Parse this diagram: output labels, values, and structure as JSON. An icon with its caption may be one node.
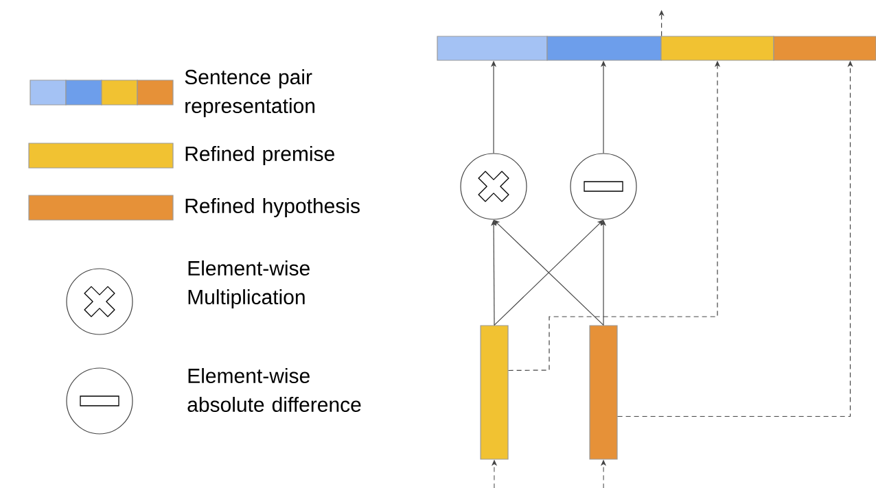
{
  "diagram": {
    "nodes": [
      {
        "text": [],
        "shape": "bar"
      },
      {
        "text": [],
        "shape": "bar"
      },
      {
        "text": [],
        "shape": "bar"
      },
      {
        "text": [],
        "shape": "bar"
      },
      {
        "text": [],
        "shape": "circle"
      },
      {
        "text": [],
        "shape": "circle"
      },
      {
        "text": [],
        "shape": "bar"
      },
      {
        "text": [],
        "shape": "bar"
      }
    ],
    "edges": [
      {
        "from": 6,
        "to": 4,
        "arrow": "to"
      },
      {
        "from": 6,
        "to": 5,
        "arrow": "to"
      },
      {
        "from": 7,
        "to": 4,
        "arrow": "to"
      },
      {
        "from": 7,
        "to": 5,
        "arrow": "to"
      },
      {
        "from": 4,
        "to": 0,
        "arrow": "to"
      },
      {
        "from": 5,
        "to": 1,
        "arrow": "to"
      },
      {
        "from": 6,
        "to": 2,
        "arrow": "to",
        "style": "dashed"
      },
      {
        "from": 7,
        "to": 3,
        "arrow": "to",
        "style": "dashed"
      },
      {
        "from": null,
        "to": 6,
        "arrow": "to",
        "style": "dashed"
      },
      {
        "from": null,
        "to": 7,
        "arrow": "to",
        "style": "dashed"
      },
      {
        "from": 1,
        "to": null,
        "arrow": "to",
        "style": "dashed"
      }
    ],
    "legend": [
      {
        "text": "Sentence pair representation"
      },
      {
        "text": "Refined premise",
        "color": "#f1c232"
      },
      {
        "text": "Refined hypothesis",
        "color": "#e69138"
      },
      {
        "text": "Element-wise Multiplication"
      },
      {
        "text": "Element-wise absolute difference"
      }
    ]
  }
}
